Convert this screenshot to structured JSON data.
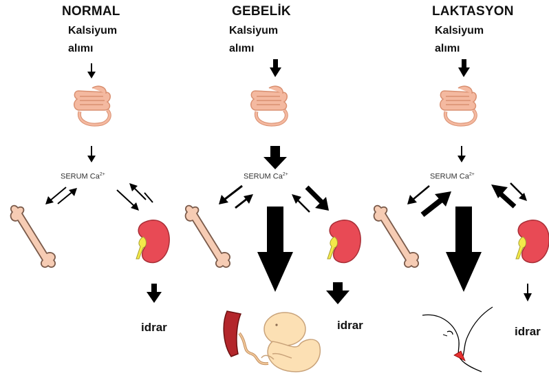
{
  "panels": [
    {
      "id": "normal",
      "title": "NORMAL",
      "intake_line1": "Kalsiyum",
      "intake_line2": "alımı",
      "serum_label": "SERUM Ca",
      "serum_sup": "2+",
      "urine_label": "idrar"
    },
    {
      "id": "gebelik",
      "title": "GEBELİK",
      "intake_line1": "Kalsiyum",
      "intake_line2": "alımı",
      "serum_label": "SERUM Ca",
      "serum_sup": "2+",
      "urine_label": "idrar"
    },
    {
      "id": "laktasyon",
      "title": "LAKTASYON",
      "intake_line1": "Kalsiyum",
      "intake_line2": "alımı",
      "serum_label": "SERUM Ca",
      "serum_sup": "2+",
      "urine_label": "idrar"
    }
  ],
  "icons": [
    "intestine-icon",
    "bone-icon",
    "kidney-icon",
    "fetus-icon",
    "breastfeeding-icon",
    "arrow-icon"
  ],
  "colors": {
    "intestine": "#f4b9a0",
    "intestine_outline": "#d98f70",
    "bone": "#f6ccb4",
    "bone_outline": "#7a5a4a",
    "kidney": "#e84a55",
    "kidney_pelvis": "#f3e84a",
    "fetus": "#fce0b4",
    "placenta": "#b3262b",
    "arrow": "#000000"
  }
}
